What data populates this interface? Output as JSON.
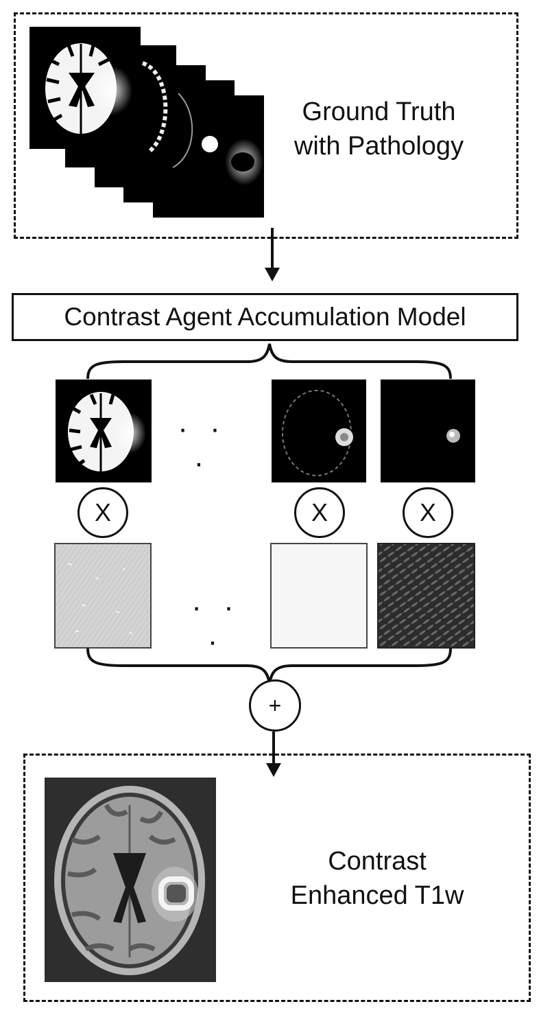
{
  "top_panel": {
    "label_line1": "Ground Truth",
    "label_line2": "with Pathology"
  },
  "model": {
    "label": "Contrast Agent Accumulation Model"
  },
  "operators": {
    "multiply": "X",
    "sum": "+"
  },
  "ellipsis": {
    "maps": "· · ·",
    "textures": "· · ·"
  },
  "bottom_panel": {
    "label_line1": "Contrast",
    "label_line2": "Enhanced T1w"
  }
}
